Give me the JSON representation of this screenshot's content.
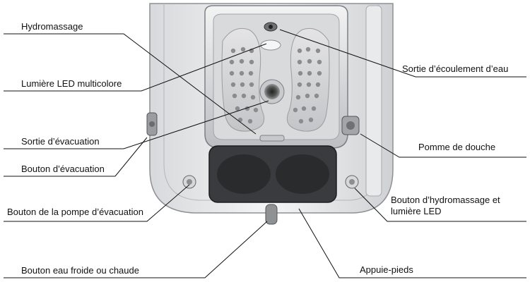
{
  "labels": {
    "hydromassage": "Hydromassage",
    "led": "Lumière LED multicolore",
    "drain_outlet": "Sortie d’évacuation",
    "drain_button": "Bouton d’évacuation",
    "pump_button": "Bouton de la pompe d’évacuation",
    "temp_button": "Bouton eau froide ou chaude",
    "water_outlet": "Sortie d’écoulement d’eau",
    "shower_head": "Pomme de douche",
    "hydro_led_button": "Bouton d’hydromassage et lumière LED",
    "footrest": "Appuie-pieds"
  }
}
